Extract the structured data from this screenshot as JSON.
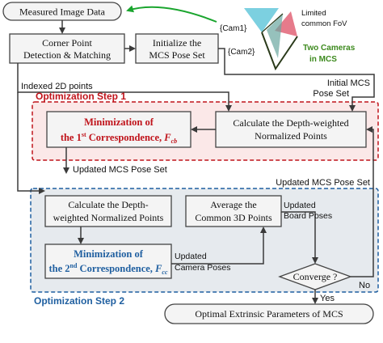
{
  "nodes": {
    "measured": "Measured Image Data",
    "corner_line1": "Corner Point",
    "corner_line2": "Detection & Matching",
    "init_line1": "Initialize the",
    "init_line2": "MCS Pose Set",
    "depth1_line1": "Calculate the Depth-weighted",
    "depth1_line2": "Normalized Points",
    "min1_line1": "Minimization of",
    "min1_line2_pre": "the 1",
    "min1_line2_sup": "st",
    "min1_line2_post": " Correspondence, ",
    "min1_symbol": "F",
    "min1_subscript": "cb",
    "depth2_line1": "Calculate the Depth-",
    "depth2_line2": "weighted Normalized Points",
    "average_line1": "Average the",
    "average_line2": "Common 3D Points",
    "min2_line1": "Minimization of",
    "min2_line2_pre": "the 2",
    "min2_line2_sup": "nd",
    "min2_line2_post": " Correspondence, ",
    "min2_symbol": "F",
    "min2_subscript": "cc",
    "converge": "Converge ?",
    "optimal": "Optimal Extrinsic Parameters of MCS"
  },
  "labels": {
    "indexed_2d": "Indexed 2D points",
    "initial_mcs_line1": "Initial MCS",
    "initial_mcs_line2": "Pose Set",
    "updated_mcs_1": "Updated MCS Pose Set",
    "updated_mcs_2": "Updated MCS Pose Set",
    "updated_board_line1": "Updated",
    "updated_board_line2": "Board Poses",
    "updated_camera_line1": "Updated",
    "updated_camera_line2": "Camera Poses",
    "no": "No",
    "yes": "Yes",
    "step1": "Optimization Step 1",
    "step2": "Optimization Step 2"
  },
  "inset": {
    "cam1": "{Cam1}",
    "cam2": "{Cam2}",
    "limited_line1": "Limited",
    "limited_line2": "common FoV",
    "two_cameras_line1": "Two Cameras",
    "two_cameras_line2": "in MCS"
  },
  "colors": {
    "step1_accent": "#c0141b",
    "step1_fill": "#fbe8e8",
    "step2_accent": "#1f5fa0",
    "step2_fill": "#e6eaee",
    "arrow_green": "#1aa52e",
    "two_cameras_text": "#3d8a1e",
    "box_stroke": "#444444",
    "arrow": "#3a3a3a",
    "cam1_cone": "#5bc4d8",
    "cam2_cone": "#e05a6e"
  }
}
